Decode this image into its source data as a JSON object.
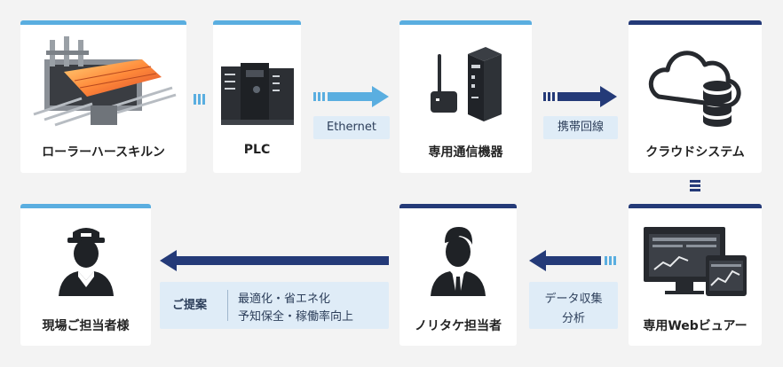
{
  "nodes": {
    "kiln": {
      "label": "ローラーハースキルン"
    },
    "plc": {
      "label": "PLC"
    },
    "device": {
      "label": "専用通信機器"
    },
    "cloud": {
      "label": "クラウドシステム"
    },
    "viewer": {
      "label": "専用Webビュアー"
    },
    "noritake": {
      "label": "ノリタケ担当者"
    },
    "customer": {
      "label": "現場ご担当者様"
    }
  },
  "links": {
    "ethernet": "Ethernet",
    "mobile": "携帯回線",
    "collect_line1": "データ収集",
    "collect_line2": "分析",
    "proposal_head": "ご提案",
    "proposal_line1": "最適化・省エネ化",
    "proposal_line2": "予知保全・稼働率向上"
  },
  "colors": {
    "light_blue": "#5aaee0",
    "dark_blue": "#243a78",
    "chip_bg": "#dfecf7"
  },
  "icons": [
    "kiln-icon",
    "plc-icon",
    "communication-device-icon",
    "cloud-database-icon",
    "web-viewer-icon",
    "engineer-icon",
    "worker-icon"
  ]
}
